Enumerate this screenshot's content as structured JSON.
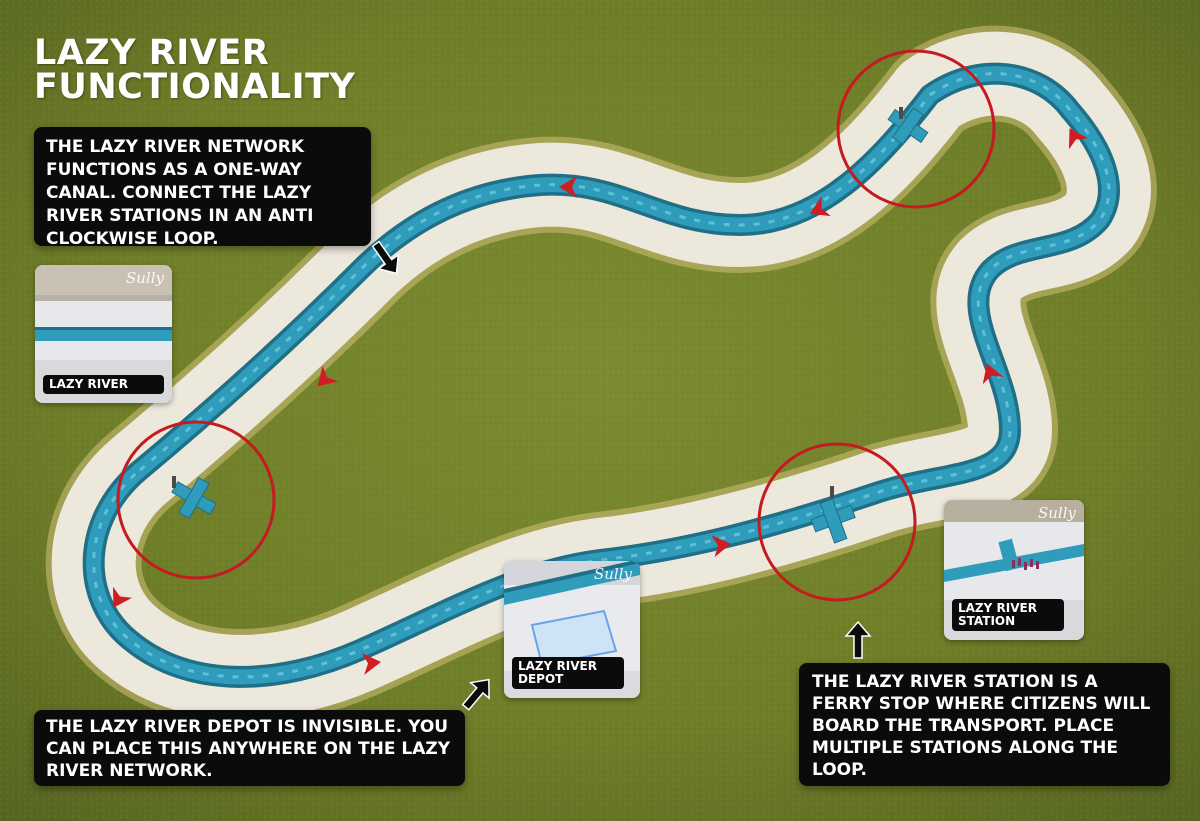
{
  "title": {
    "line1": "LAZY RIVER",
    "line2": "FUNCTIONALITY"
  },
  "callouts": {
    "network": "THE LAZY RIVER NETWORK FUNCTIONS AS A ONE-WAY CANAL. CONNECT THE LAZY RIVER STATIONS IN AN ANTI CLOCKWISE LOOP.",
    "depot": "THE LAZY RIVER DEPOT IS INVISIBLE. YOU CAN PLACE THIS ANYWHERE ON THE LAZY RIVER NETWORK.",
    "station": "THE LAZY RIVER STATION IS A FERRY STOP WHERE CITIZENS WILL BOARD THE TRANSPORT. PLACE MULTIPLE STATIONS ALONG THE LOOP."
  },
  "cards": {
    "lazy_river": {
      "label": "LAZY RIVER",
      "signature": "Sully"
    },
    "depot": {
      "label": "LAZY RIVER DEPOT",
      "signature": "Sully"
    },
    "station": {
      "label": "LAZY RIVER STATION",
      "signature": "Sully"
    }
  },
  "colors": {
    "grass": "#6f7e2a",
    "path": "#ece8dc",
    "water": "#2f9cbc",
    "arrow": "#cf1d23",
    "highlight_circle": "#c41a20",
    "callout_bg": "#0b0b0b"
  },
  "icons": {
    "flow_arrow": "red-chevron-icon",
    "pointer": "black-arrow-icon"
  }
}
